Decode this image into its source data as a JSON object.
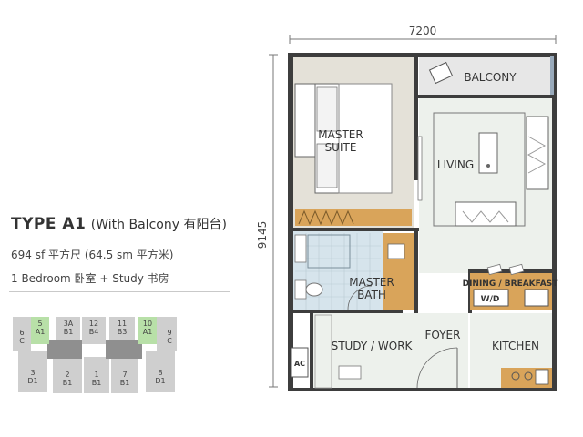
{
  "unit": {
    "type_label": "TYPE A1",
    "type_sub": "(With Balcony 有阳台)",
    "area": "694 sf 平方尺 (64.5 sm 平方米)",
    "rooms": "1 Bedroom 卧室 + Study 书房"
  },
  "dimensions": {
    "width": "7200",
    "height": "9145"
  },
  "rooms": {
    "balcony": "BALCONY",
    "master_suite_1": "MASTER",
    "master_suite_2": "SUITE",
    "living": "LIVING",
    "master_bath_1": "MASTER",
    "master_bath_2": "BATH",
    "dining": "DINING / BREAKFAST",
    "wd": "W/D",
    "study": "STUDY / WORK",
    "foyer": "FOYER",
    "kitchen": "KITCHEN",
    "ac": "AC"
  },
  "keyplan": {
    "units": [
      {
        "num": "6",
        "letter": "C",
        "highlight": false
      },
      {
        "num": "5",
        "letter": "A1",
        "highlight": true
      },
      {
        "num": "3A",
        "letter": "B1",
        "highlight": false
      },
      {
        "num": "12",
        "letter": "B4",
        "highlight": false
      },
      {
        "num": "11",
        "letter": "B3",
        "highlight": false
      },
      {
        "num": "10",
        "letter": "A1",
        "highlight": true
      },
      {
        "num": "9",
        "letter": "C",
        "highlight": false
      },
      {
        "num": "3",
        "letter": "D1",
        "highlight": false
      },
      {
        "num": "2",
        "letter": "B1",
        "highlight": false
      },
      {
        "num": "1",
        "letter": "B1",
        "highlight": false
      },
      {
        "num": "7",
        "letter": "B1",
        "highlight": false
      },
      {
        "num": "8",
        "letter": "D1",
        "highlight": false
      }
    ]
  },
  "colors": {
    "wall": "#3d3d3d",
    "bedroom_fill": "#e4e1d8",
    "bath_fill": "#d6e4ec",
    "floor_fill": "#edf1ec",
    "wood": "#d9a45a",
    "balcony_fill": "#e7e7e7",
    "keyplan_highlight": "#b8e0a8",
    "keyplan_grey": "#cfcfcf"
  }
}
